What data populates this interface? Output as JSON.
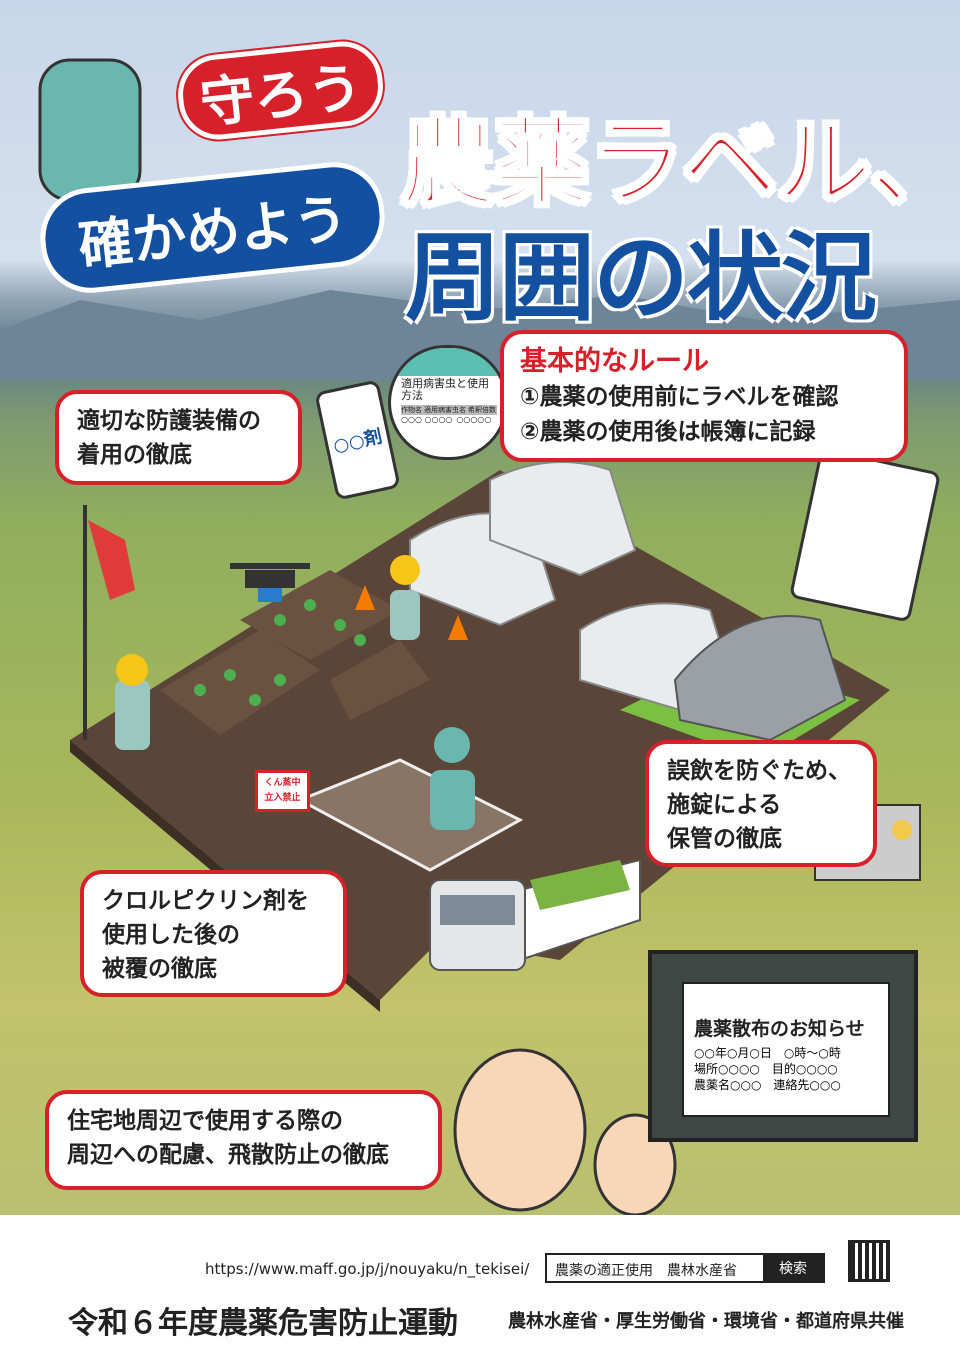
{
  "headline": {
    "tag_protect": "守ろう",
    "tag_check": "確かめよう",
    "line1": "農薬ラベル、",
    "line2": "周囲の状況"
  },
  "label_card": {
    "title": "適用病害虫と使用方法",
    "cols": [
      "作物名",
      "適用病害虫名",
      "希釈倍数"
    ],
    "cells": [
      "○○○ ○○○○",
      "○○○○○",
      "○○ ○○"
    ]
  },
  "bottle": {
    "label": "○○剤"
  },
  "rules": {
    "title": "基本的なルール",
    "items": [
      "①農薬の使用前にラベルを確認",
      "②農薬の使用後は帳簿に記録"
    ]
  },
  "bubbles": {
    "protective": [
      "適切な防護装備の",
      "着用の徹底"
    ],
    "storage": [
      "誤飲を防ぐため、",
      "施錠による",
      "保管の徹底"
    ],
    "chloropicrin": [
      "クロルピクリン剤を",
      "使用した後の",
      "被覆の徹底"
    ],
    "residential": [
      "住宅地周辺で使用する際の",
      "周辺への配慮、飛散防止の徹底"
    ]
  },
  "sign": {
    "lines": [
      "くん蒸中",
      "立入禁止"
    ]
  },
  "notice": {
    "title": "農薬散布のお知らせ",
    "lines": [
      "○○年○月○日　○時～○時",
      "場所○○○○　目的○○○○",
      "農薬名○○○　連絡先○○○"
    ]
  },
  "footer": {
    "url": "https://www.maff.go.jp/j/nouyaku/n_tekisei/",
    "search_text": "農薬の適正使用　農林水産省",
    "search_button": "検索",
    "campaign": "令和６年度農薬危害防止運動",
    "sponsors": "農林水産省・厚生労働省・環境省・都道府県共催"
  },
  "colors": {
    "red": "#d6202a",
    "blue": "#1450a0",
    "soil": "#5a4538"
  }
}
